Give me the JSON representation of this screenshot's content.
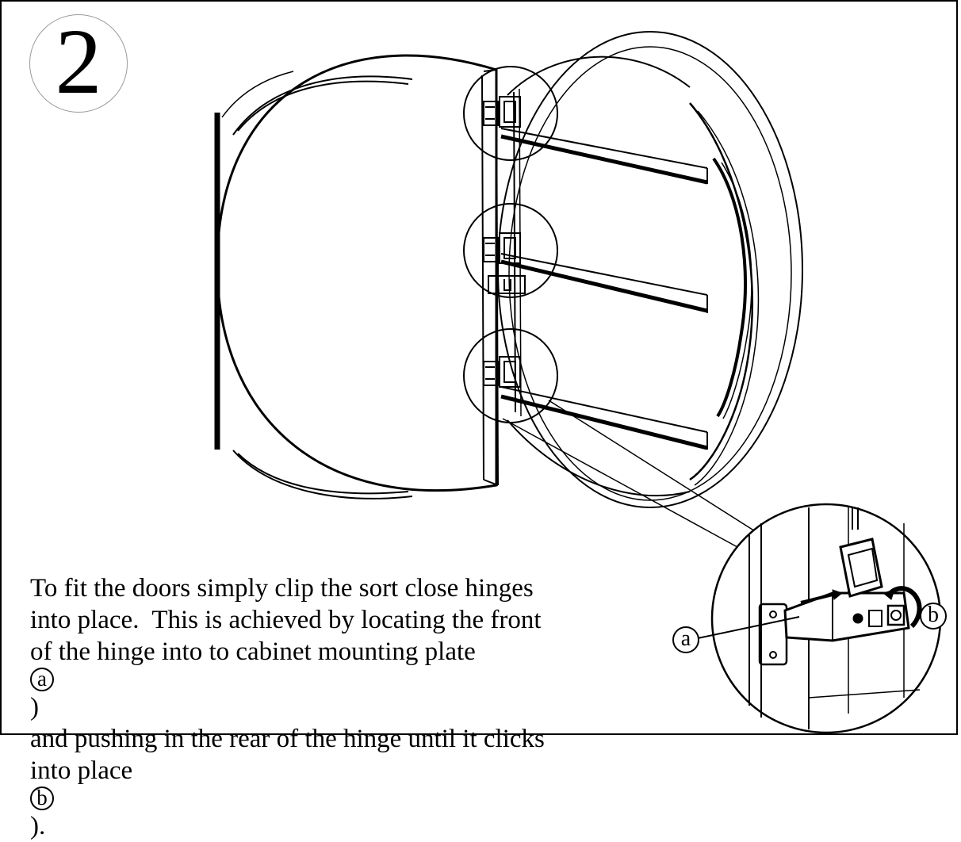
{
  "step": {
    "number": "2"
  },
  "instruction": {
    "lines": [
      "To fit the doors simply clip the sort close hinges",
      "into place.  This is achieved by locating the front",
      "of the hinge into to cabinet mounting plate ",
      "and pushing in the rear of the hinge until it clicks",
      "into place "
    ],
    "marker_a": "a",
    "after_a": ")",
    "marker_b": "b",
    "after_b": ")."
  },
  "callouts": {
    "a": "a",
    "b": "b"
  }
}
